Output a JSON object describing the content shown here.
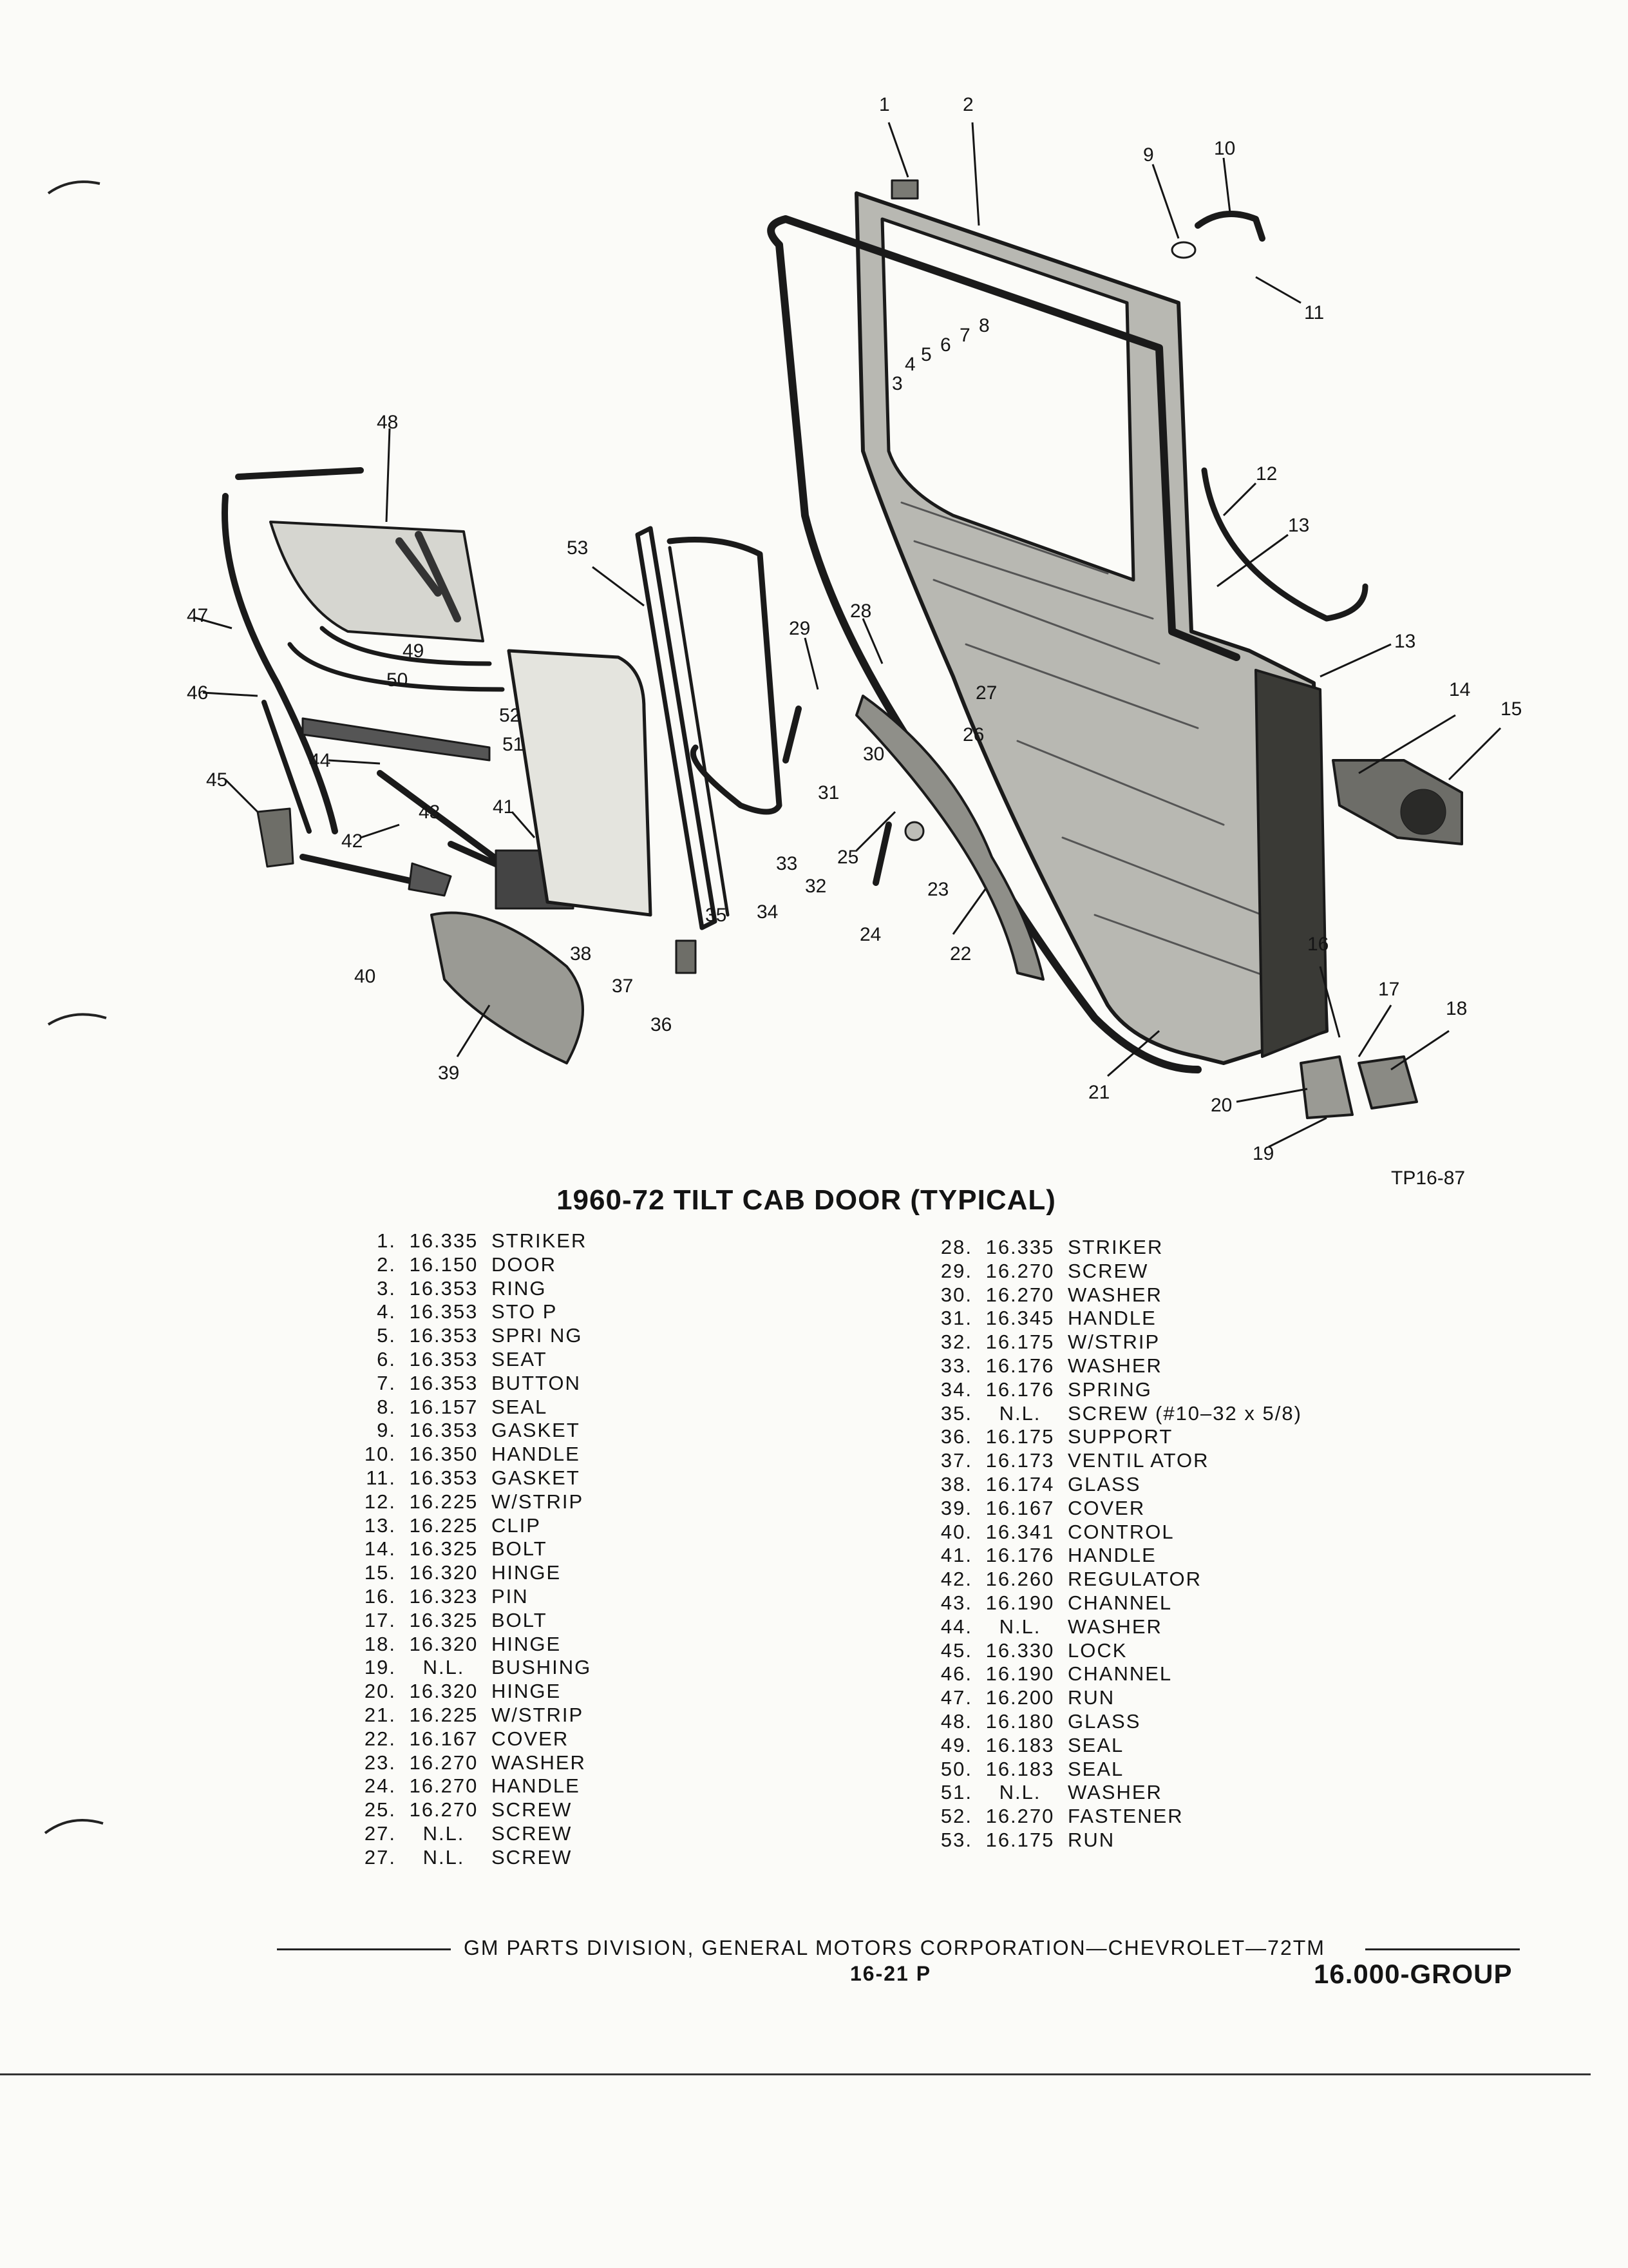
{
  "title": "1960-72 TILT CAB DOOR (TYPICAL)",
  "figure_code": "TP16-87",
  "callouts": [
    "1",
    "2",
    "3",
    "4",
    "5",
    "6",
    "7",
    "8",
    "9",
    "10",
    "11",
    "12",
    "13",
    "13",
    "14",
    "15",
    "16",
    "17",
    "18",
    "19",
    "20",
    "21",
    "22",
    "23",
    "24",
    "25",
    "26",
    "27",
    "28",
    "29",
    "30",
    "31",
    "32",
    "33",
    "34",
    "35",
    "36",
    "37",
    "38",
    "39",
    "40",
    "41",
    "42",
    "43",
    "44",
    "45",
    "46",
    "47",
    "48",
    "49",
    "50",
    "51",
    "52",
    "53"
  ],
  "parts_left": [
    {
      "num": "1.",
      "code": "16.335",
      "desc": "STRIKER"
    },
    {
      "num": "2.",
      "code": "16.150",
      "desc": "DOOR"
    },
    {
      "num": "3.",
      "code": "16.353",
      "desc": "RING"
    },
    {
      "num": "4.",
      "code": "16.353",
      "desc": "STO P"
    },
    {
      "num": "5.",
      "code": "16.353",
      "desc": "SPRI NG"
    },
    {
      "num": "6.",
      "code": "16.353",
      "desc": "SEAT"
    },
    {
      "num": "7.",
      "code": "16.353",
      "desc": "BUTTON"
    },
    {
      "num": "8.",
      "code": "16.157",
      "desc": "SEAL"
    },
    {
      "num": "9.",
      "code": "16.353",
      "desc": "GASKET"
    },
    {
      "num": "10.",
      "code": "16.350",
      "desc": "HANDLE"
    },
    {
      "num": "11.",
      "code": "16.353",
      "desc": "GASKET"
    },
    {
      "num": "12.",
      "code": "16.225",
      "desc": "W/STRIP"
    },
    {
      "num": "13.",
      "code": "16.225",
      "desc": "CLIP"
    },
    {
      "num": "14.",
      "code": "16.325",
      "desc": "BOLT"
    },
    {
      "num": "15.",
      "code": "16.320",
      "desc": "HINGE"
    },
    {
      "num": "16.",
      "code": "16.323",
      "desc": "PIN"
    },
    {
      "num": "17.",
      "code": "16.325",
      "desc": "BOLT"
    },
    {
      "num": "18.",
      "code": "16.320",
      "desc": "HINGE"
    },
    {
      "num": "19.",
      "code": "N.L.",
      "desc": "BUSHING"
    },
    {
      "num": "20.",
      "code": "16.320",
      "desc": "HINGE"
    },
    {
      "num": "21.",
      "code": "16.225",
      "desc": "W/STRIP"
    },
    {
      "num": "22.",
      "code": "16.167",
      "desc": "COVER"
    },
    {
      "num": "23.",
      "code": "16.270",
      "desc": "WASHER"
    },
    {
      "num": "24.",
      "code": "16.270",
      "desc": "HANDLE"
    },
    {
      "num": "25.",
      "code": "16.270",
      "desc": "SCREW"
    },
    {
      "num": "27.",
      "code": "N.L.",
      "desc": "SCREW"
    },
    {
      "num": "27.",
      "code": "N.L.",
      "desc": "SCREW"
    }
  ],
  "parts_right": [
    {
      "num": "28.",
      "code": "16.335",
      "desc": "STRIKER"
    },
    {
      "num": "29.",
      "code": "16.270",
      "desc": "SCREW"
    },
    {
      "num": "30.",
      "code": "16.270",
      "desc": "WASHER"
    },
    {
      "num": "31.",
      "code": "16.345",
      "desc": "HANDLE"
    },
    {
      "num": "32.",
      "code": "16.175",
      "desc": "W/STRIP"
    },
    {
      "num": "33.",
      "code": "16.176",
      "desc": "WASHER"
    },
    {
      "num": "34.",
      "code": "16.176",
      "desc": "SPRING"
    },
    {
      "num": "35.",
      "code": "N.L.",
      "desc": "SCREW (#10–32 x 5/8)"
    },
    {
      "num": "36.",
      "code": "16.175",
      "desc": "SUPPORT"
    },
    {
      "num": "37.",
      "code": "16.173",
      "desc": "VENTIL ATOR"
    },
    {
      "num": "38.",
      "code": "16.174",
      "desc": "GLASS"
    },
    {
      "num": "39.",
      "code": "16.167",
      "desc": "COVER"
    },
    {
      "num": "40.",
      "code": "16.341",
      "desc": "CONTROL"
    },
    {
      "num": "41.",
      "code": "16.176",
      "desc": "HANDLE"
    },
    {
      "num": "42.",
      "code": "16.260",
      "desc": "REGULATOR"
    },
    {
      "num": "43.",
      "code": "16.190",
      "desc": "CHANNEL"
    },
    {
      "num": "44.",
      "code": "N.L.",
      "desc": "WASHER"
    },
    {
      "num": "45.",
      "code": "16.330",
      "desc": "LOCK"
    },
    {
      "num": "46.",
      "code": "16.190",
      "desc": "CHANNEL"
    },
    {
      "num": "47.",
      "code": "16.200",
      "desc": "RUN"
    },
    {
      "num": "48.",
      "code": "16.180",
      "desc": "GLASS"
    },
    {
      "num": "49.",
      "code": "16.183",
      "desc": "SEAL"
    },
    {
      "num": "50.",
      "code": "16.183",
      "desc": "SEAL"
    },
    {
      "num": "51.",
      "code": "N.L.",
      "desc": "WASHER"
    },
    {
      "num": "52.",
      "code": "16.270",
      "desc": "FASTENER"
    },
    {
      "num": "53.",
      "code": "16.175",
      "desc": "RUN"
    }
  ],
  "footer": {
    "division": "GM PARTS DIVISION, GENERAL MOTORS CORPORATION—CHEVROLET—72TM",
    "page": "16-21 P",
    "group": "16.000-GROUP"
  }
}
